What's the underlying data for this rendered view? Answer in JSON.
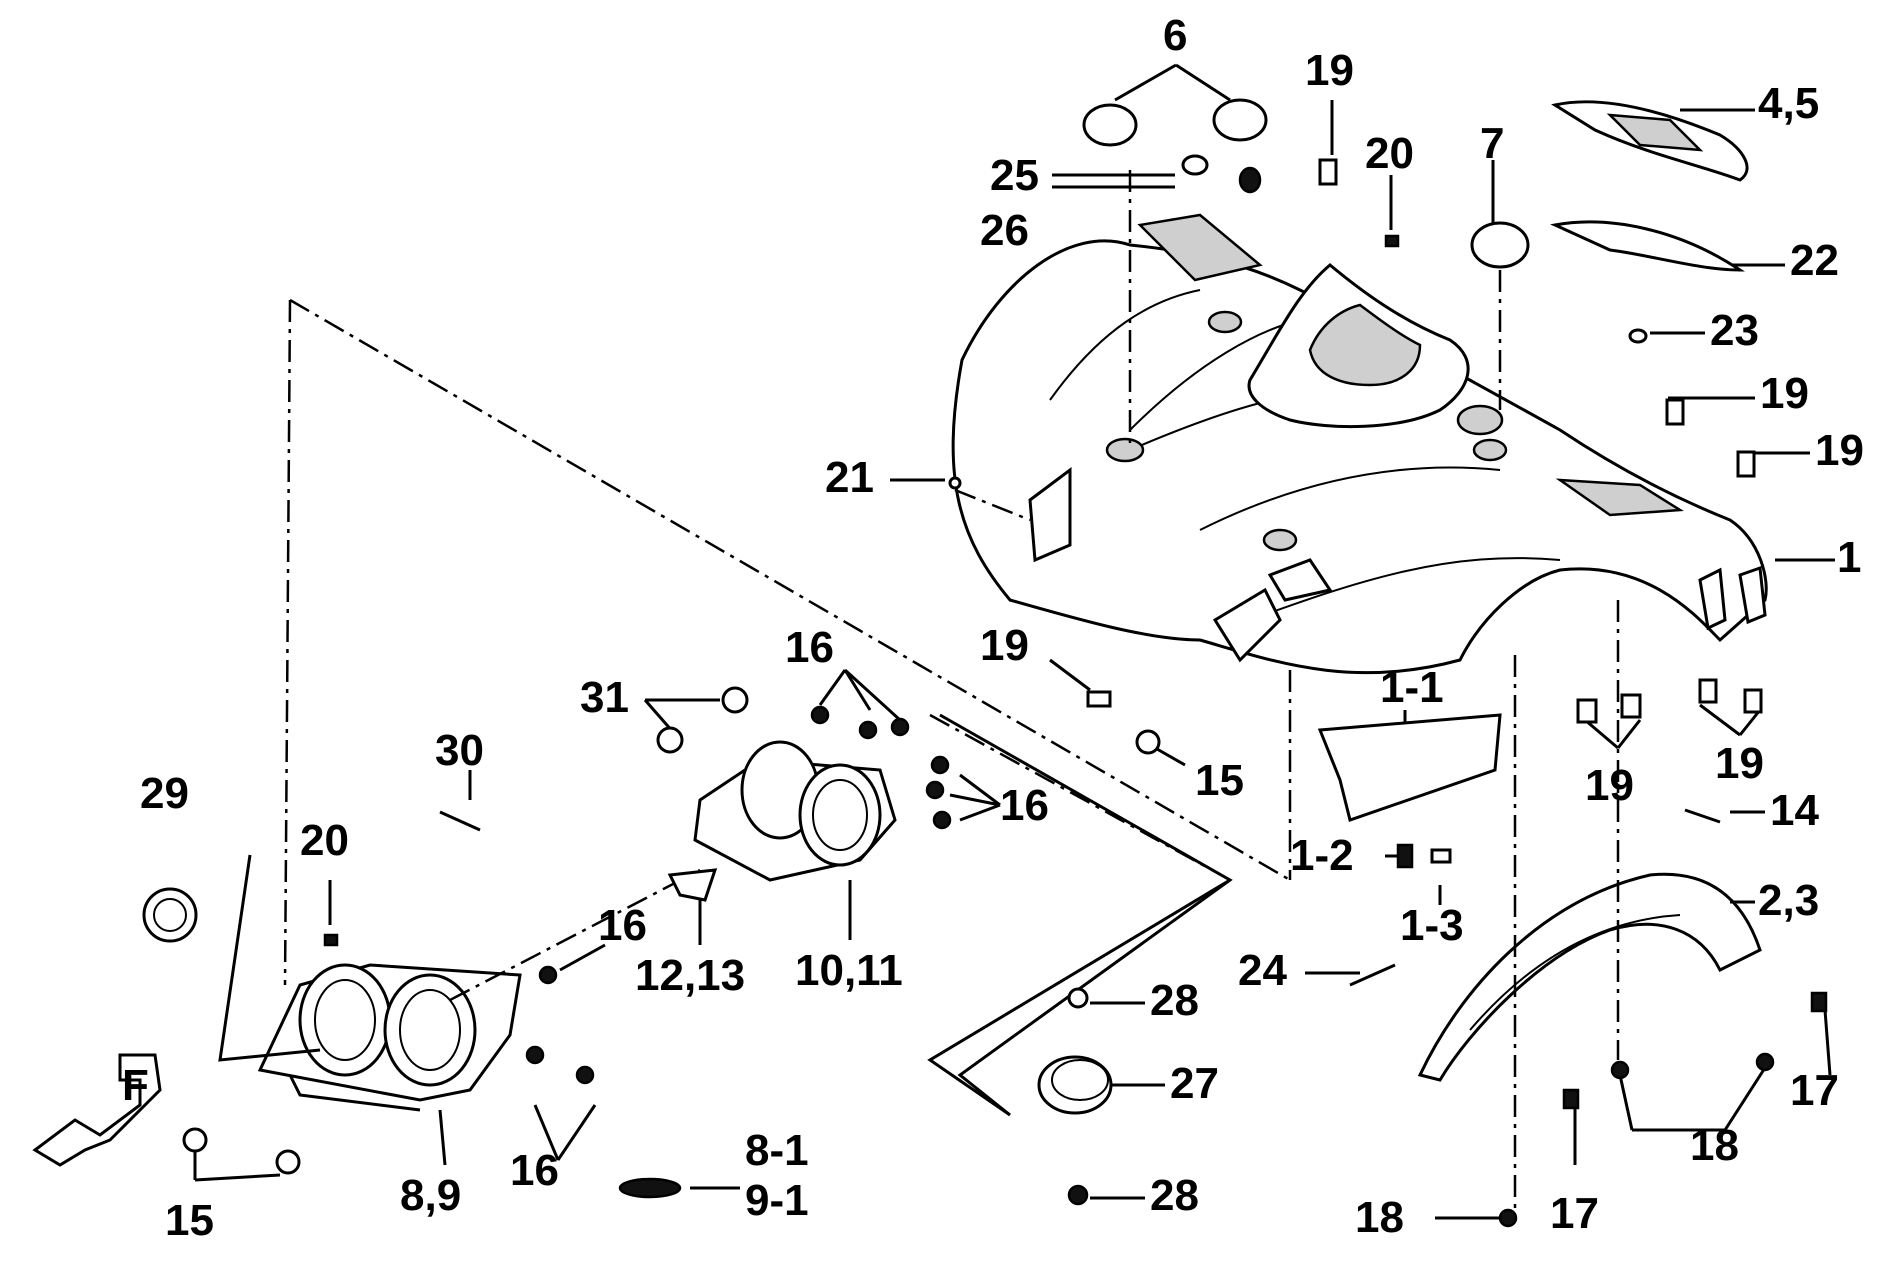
{
  "diagram": {
    "type": "exploded-parts-view",
    "callouts": {
      "c1": "1",
      "c1_1": "1-1",
      "c1_2": "1-2",
      "c1_3": "1-3",
      "c2_3": "2,3",
      "c4_5": "4,5",
      "c6": "6",
      "c7": "7",
      "c8_9": "8,9",
      "c8_1": "8-1",
      "c9_1": "9-1",
      "c10_11": "10,11",
      "c12_13": "12,13",
      "c14": "14",
      "c15a": "15",
      "c15b": "15",
      "c16a": "16",
      "c16b": "16",
      "c16c": "16",
      "c16d": "16",
      "c17a": "17",
      "c17b": "17",
      "c18a": "18",
      "c18b": "18",
      "c19a": "19",
      "c19b": "19",
      "c19c": "19",
      "c19d": "19",
      "c19e": "19",
      "c19f": "19",
      "c20a": "20",
      "c20b": "20",
      "c21": "21",
      "c22": "22",
      "c23": "23",
      "c24": "24",
      "c25": "25",
      "c26": "26",
      "c27": "27",
      "c28a": "28",
      "c28b": "28",
      "c29": "29",
      "c30": "30",
      "c31": "31"
    },
    "front_marker": "F"
  }
}
